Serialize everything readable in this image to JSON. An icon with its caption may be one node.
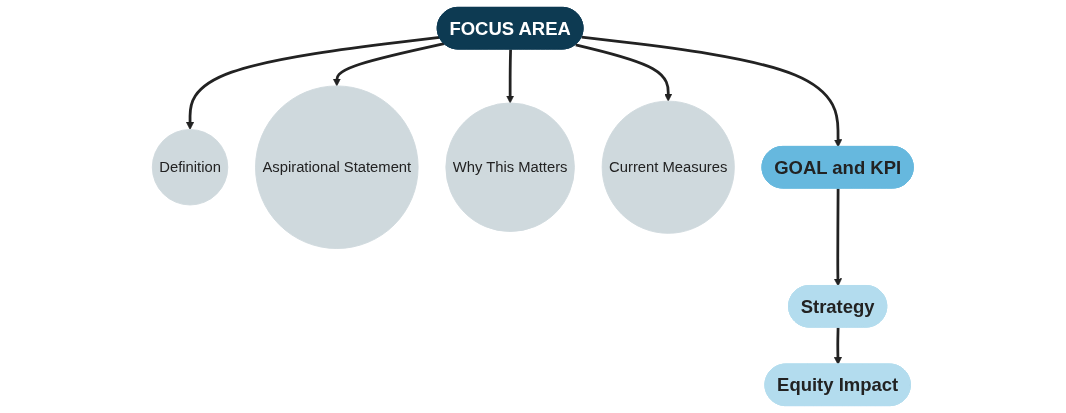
{
  "diagram": {
    "nodes": [
      {
        "text": [
          "FOCUS AREA"
        ]
      },
      {
        "text": [
          "Definition"
        ]
      },
      {
        "text": [
          "Aspirational Statement"
        ]
      },
      {
        "text": [
          "Why This Matters"
        ]
      },
      {
        "text": [
          "Current Measures"
        ]
      },
      {
        "text": [
          "GOAL and KPI"
        ]
      },
      {
        "text": [
          "Strategy"
        ]
      },
      {
        "text": [
          "Equity Impact"
        ]
      }
    ],
    "edges": [
      {
        "from": 0,
        "to": 1,
        "arrow": "to"
      },
      {
        "from": 0,
        "to": 2,
        "arrow": "to"
      },
      {
        "from": 0,
        "to": 3,
        "arrow": "to"
      },
      {
        "from": 0,
        "to": 4,
        "arrow": "to"
      },
      {
        "from": 0,
        "to": 5,
        "arrow": "to"
      },
      {
        "from": 5,
        "to": 6,
        "arrow": "to"
      },
      {
        "from": 6,
        "to": 7,
        "arrow": "to"
      }
    ]
  }
}
